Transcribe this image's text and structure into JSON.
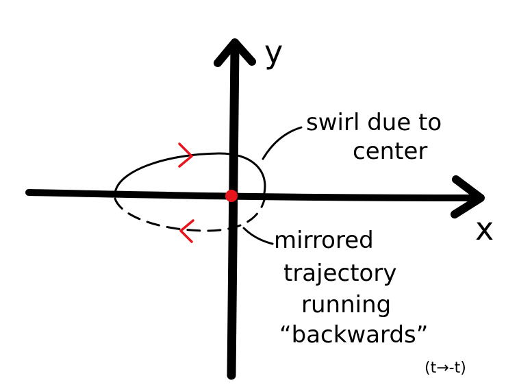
{
  "axes": {
    "x_label": "x",
    "y_label": "y"
  },
  "annotations": {
    "swirl": [
      "swirl due to",
      "center"
    ],
    "mirrored": [
      "mirrored",
      "trajectory",
      "running",
      "“backwards”"
    ],
    "time_reversal": "(t→-t)"
  },
  "colors": {
    "ink": "#000000",
    "accent": "#e8141b"
  }
}
